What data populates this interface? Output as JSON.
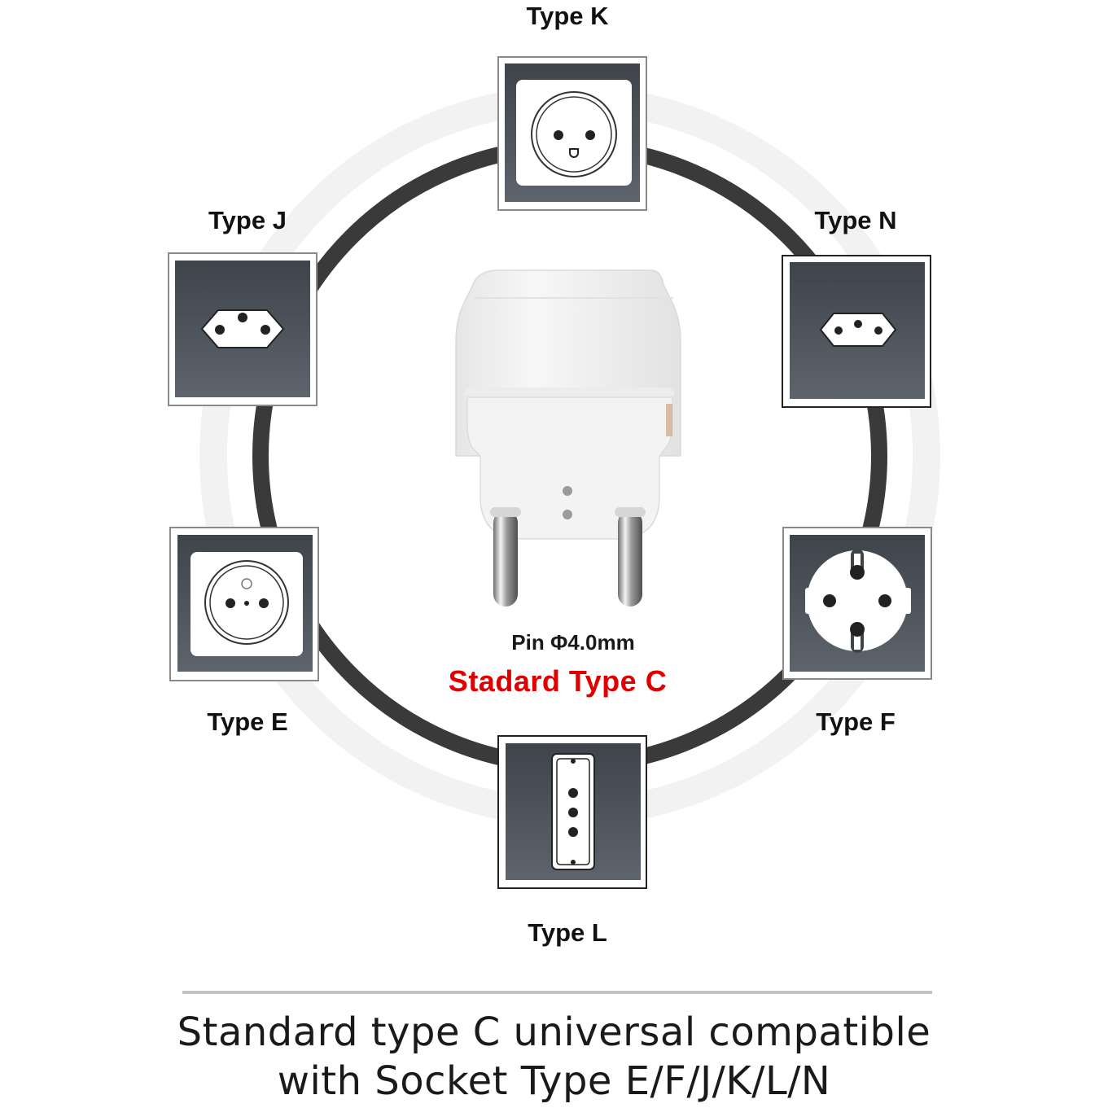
{
  "socket_labels": {
    "k": "Type K",
    "j": "Type J",
    "n": "Type N",
    "e": "Type E",
    "f": "Type F",
    "l": "Type L"
  },
  "plug": {
    "pin_spec": "Pin Φ4.0mm",
    "name": "Stadard Type C"
  },
  "caption": {
    "line1": "Standard type C universal compatible",
    "line2": "with Socket Type E/F/J/K/L/N"
  },
  "colors": {
    "plug_name": "#e00000",
    "ring": "#3a3a3a",
    "socket_tile": "#545a62",
    "socket_face": "#ffffff"
  }
}
